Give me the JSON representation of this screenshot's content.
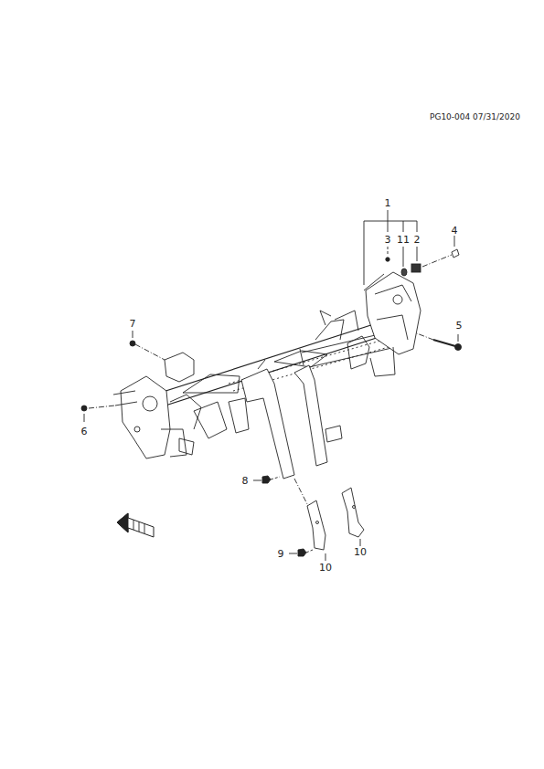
{
  "diagram": {
    "labels": [
      "PG10-004 07/31/2020",
      "1",
      "3",
      "11",
      "2",
      "4",
      "7",
      "5",
      "6",
      "8",
      "10",
      "9",
      "10"
    ]
  }
}
